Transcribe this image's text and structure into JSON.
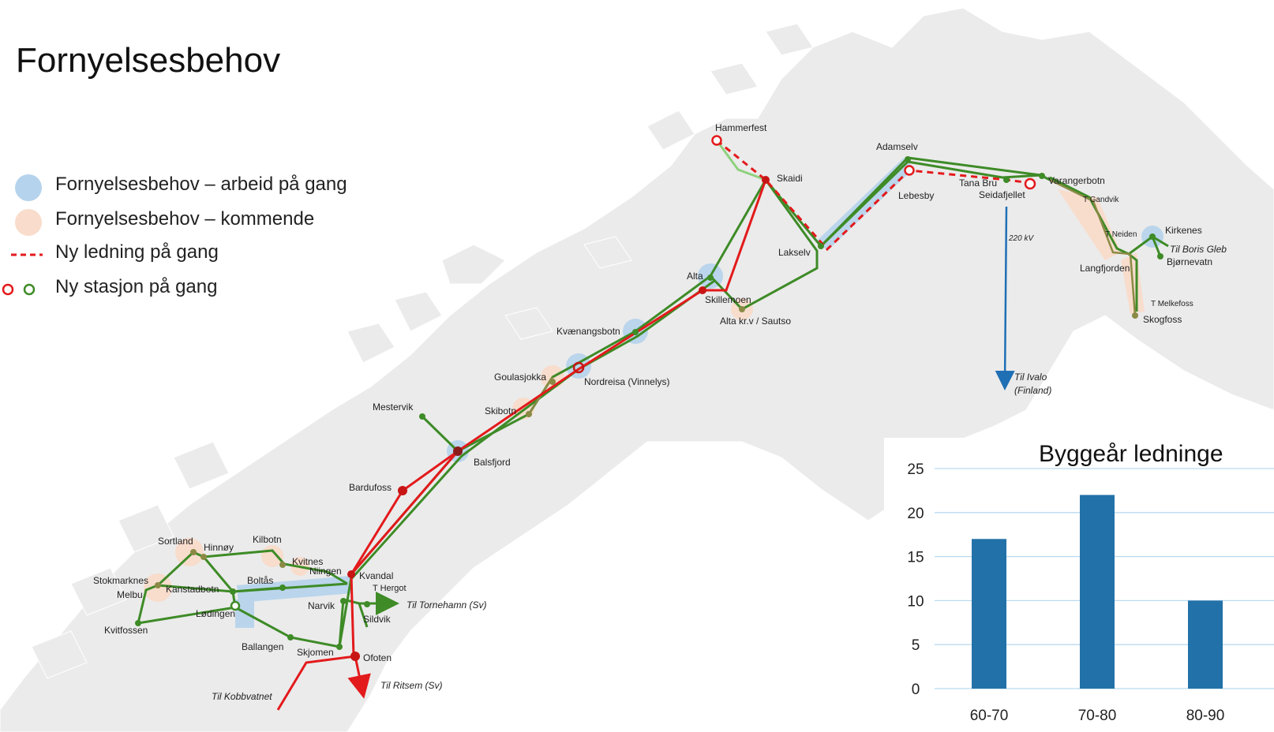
{
  "title": "Fornyelsesbehov",
  "legend": [
    {
      "symbol": "blue-circle",
      "label": "Fornyelsesbehov – arbeid på gang",
      "color": "#b5d3ec"
    },
    {
      "symbol": "peach-circle",
      "label": "Fornyelsesbehov – kommende",
      "color": "#f9dccb"
    },
    {
      "symbol": "red-dash",
      "label": "Ny ledning på gang",
      "color": "#e31a1c"
    },
    {
      "symbol": "ring-pair",
      "label": "Ny stasjon på gang",
      "color_red": "#e31a1c",
      "color_green": "#3e8b27"
    }
  ],
  "colors": {
    "land": "#ebebeb",
    "green_line": "#3e8b27",
    "olive_line": "#8a8a45",
    "red_line": "#e31a1c",
    "blue_line": "#1f6fb5",
    "bar": "#2271a8",
    "grid": "#b9daf0"
  },
  "map_labels": {
    "hammerfest": "Hammerfest",
    "skaidi": "Skaidi",
    "adamselv": "Adamselv",
    "lebesby": "Lebesby",
    "tana_bru": "Tana Bru",
    "seidafjellet": "Seidafjellet",
    "varangerbotn": "Varangerbotn",
    "t_gandvik": "T Gandvik",
    "t_neiden": "T Neiden",
    "kirkenes": "Kirkenes",
    "til_boris_gleb": "Til Boris Gleb",
    "bjornevatn": "Bjørnevatn",
    "langfjorden": "Langfjorden",
    "t_melkefoss": "T Melkefoss",
    "skogfoss": "Skogfoss",
    "lakselv": "Lakselv",
    "alta": "Alta",
    "skillemoen": "Skillemoen",
    "alta_krv_sautso": "Alta kr.v / Sautso",
    "kvaenangsbotn": "Kvænangsbotn",
    "nordreisa": "Nordreisa (Vinnelys)",
    "goulasjokka": "Goulasjokka",
    "skibotn": "Skibotn",
    "mestervik": "Mestervik",
    "balsfjord": "Balsfjord",
    "bardufoss": "Bardufoss",
    "sortland": "Sortland",
    "hinnoy": "Hinnøy",
    "kilbotn": "Kilbotn",
    "kvitnes": "Kvitnes",
    "niingen": "Niingen",
    "kvandal": "Kvandal",
    "t_hergot": "T Hergot",
    "stokmarknes": "Stokmarknes",
    "melbu": "Melbu",
    "kanstadbotn": "Kanstadbotn",
    "boltas": "Boltås",
    "lodingen": "Lødingen",
    "narvik": "Narvik",
    "til_tornehamn": "Til Tornehamn (Sv)",
    "sildvik": "Sildvik",
    "kvitfossen": "Kvitfossen",
    "ballangen": "Ballangen",
    "skjomen": "Skjomen",
    "ofoten": "Ofoten",
    "til_ritsem": "Til Ritsem (Sv)",
    "til_kobbvatnet": "Til Kobbvatnet",
    "kv220": "220 kV",
    "til_ivalo_1": "Til Ivalo",
    "til_ivalo_2": "(Finland)"
  },
  "chart_data": {
    "type": "bar",
    "title": "Byggeår ledninge",
    "categories": [
      "60-70",
      "70-80",
      "80-90"
    ],
    "values": [
      17,
      22,
      10
    ],
    "ylim": [
      0,
      25
    ],
    "yticks": [
      0,
      5,
      10,
      15,
      20,
      25
    ],
    "grid": true
  }
}
